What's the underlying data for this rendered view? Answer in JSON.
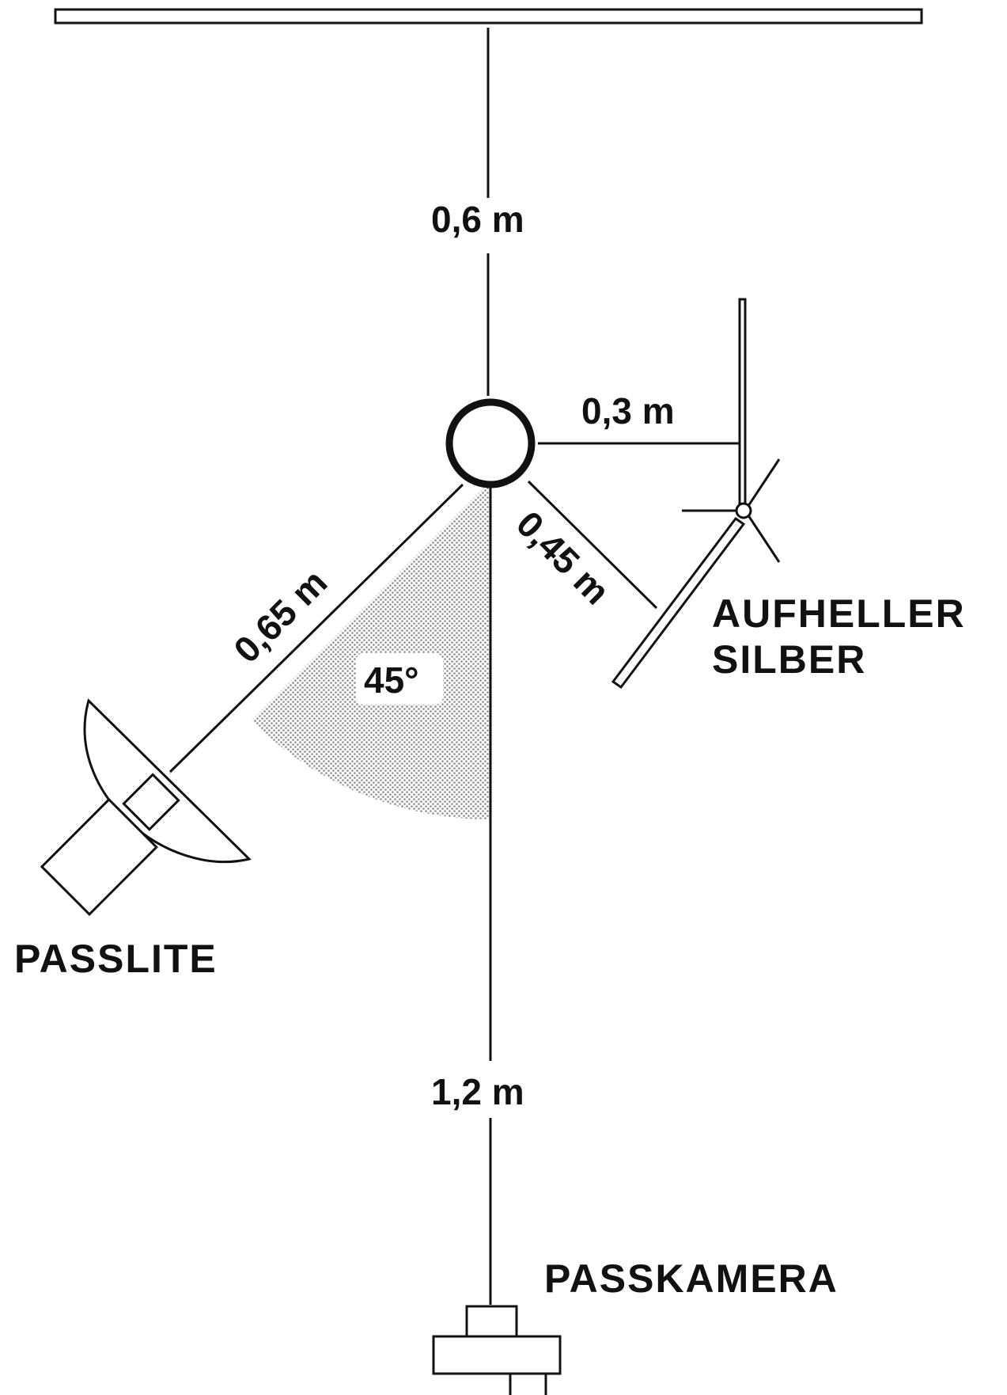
{
  "distances": {
    "background": "0,6 m",
    "reflector_side": "0,3 m",
    "reflector_diagonal": "0,45 m",
    "light": "0,65 m",
    "camera": "1,2 m"
  },
  "angle": "45°",
  "labels": {
    "reflector_line1": "AUFHELLER",
    "reflector_line2": "SILBER",
    "light": "PASSLITE",
    "camera": "PASSKAMERA"
  },
  "colors": {
    "ink": "#111111",
    "background": "#ffffff",
    "angle_fill": "#cfcfcf"
  }
}
